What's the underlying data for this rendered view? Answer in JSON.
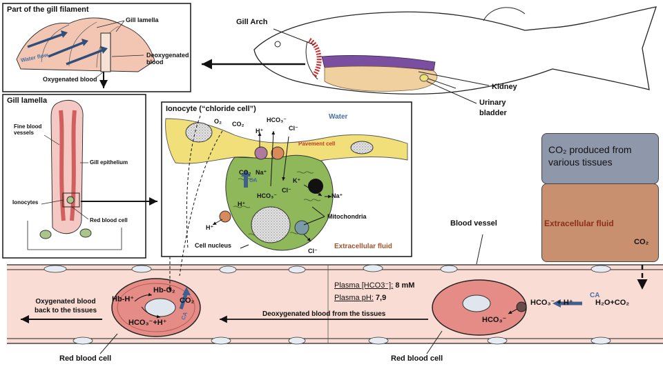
{
  "panel_filament": {
    "title": "Part of the gill filament",
    "gill_lamella": "Gill lamella",
    "water_flow": "Water flow",
    "deoxygenated_blood": "Deoxygenated blood",
    "oxygenated_blood": "Oxygenated blood"
  },
  "fish": {
    "gill_arch": "Gill Arch",
    "kidney": "Kidney",
    "urinary_bladder": "Urinary bladder"
  },
  "panel_lamella": {
    "title": "Gill lamella",
    "fine_blood_vessels": "Fine blood vessels",
    "gill_epithelium": "Gill epithelium",
    "ionocytes": "Ionocytes",
    "red_blood_cell": "Red blood cell"
  },
  "panel_ionocyte": {
    "title": "Ionocyte (“chloride cell”)",
    "water": "Water",
    "pavement_cell": "Pavement cell",
    "o2": "O₂",
    "co2_top": "CO₂",
    "h_top": "H⁺",
    "hco3_top": "HCO₃⁻",
    "cl_top": "Cl⁻",
    "co2_inner": "CO₂",
    "na_inner": "Na⁺",
    "ca_inner": "CA",
    "h_inner": "H⁺",
    "hco3_inner": "HCO₃⁻",
    "cl_inner": "Cl⁻",
    "k_inner": "K⁺",
    "na_out": "Na⁺",
    "h_bottom": "H⁺",
    "mitochondria": "Mitochondria",
    "cell_nucleus": "Cell nucleus",
    "cl_bottom": "Cl⁻",
    "extracellular_fluid": "Extracellular fluid"
  },
  "tissue": {
    "co2_produced": "CO₂ produced from various tissues",
    "extracellular_fluid": "Extracellular fluid",
    "co2": "CO₂"
  },
  "vessel": {
    "blood_vessel": "Blood vessel",
    "oxygenated_back": "Oxygenated blood back to the tissues",
    "deoxygenated_from": "Deoxygenated blood from the tissues",
    "plasma_hco3_label": "Plasma [HCO3⁻]:",
    "plasma_hco3_value": "8 mM",
    "plasma_ph_label": "Plasma pH:",
    "plasma_ph_value": "7,9",
    "left_hb_h": "Hb-H⁺",
    "left_hb_o2": "Hb-O₂",
    "left_co2": "CO₂",
    "left_ca": "CA",
    "left_hco3_h": "HCO₃⁻+H⁺",
    "right_hco3_h": "HCO₃⁻ + H⁺",
    "right_ca": "CA",
    "right_h2o_co2": "H₂O+CO₂",
    "right_hco3": "HCO₃⁻",
    "rbc_left": "Red blood cell",
    "rbc_right": "Red blood cell"
  },
  "colors": {
    "vessel_fill": "#f9dcd3",
    "rbc_fill": "#e48c85",
    "ionocyte_fill": "#8fb85a",
    "pavement_fill": "#f1e07a",
    "ca_arrow": "#3f5f8f"
  }
}
